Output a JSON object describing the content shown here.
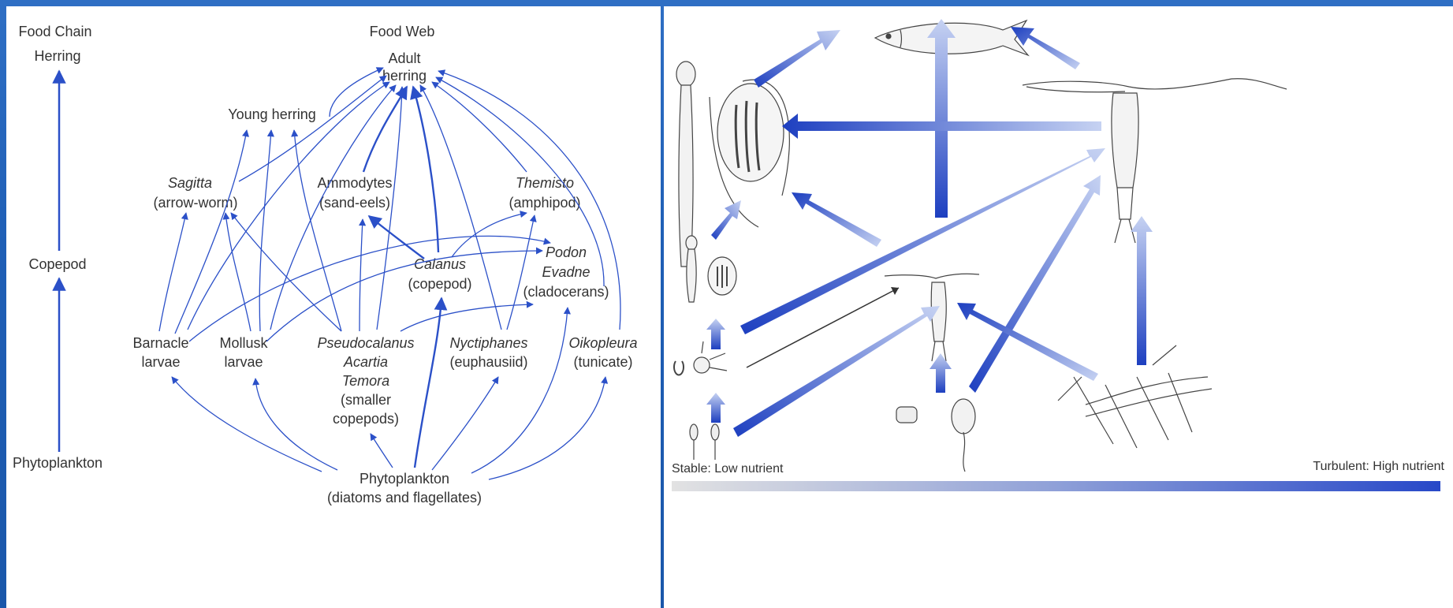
{
  "left": {
    "chain_title": "Food Chain",
    "chain": [
      "Herring",
      "Copepod",
      "Phytoplankton"
    ],
    "web_title": "Food Web",
    "web": {
      "adult1": "Adult",
      "adult2": "herring",
      "young": "Young herring",
      "sagitta1": "Sagitta",
      "sagitta2": "(arrow-worm)",
      "ammo1": "Ammodytes",
      "ammo2": "(sand-eels)",
      "themisto1": "Themisto",
      "themisto2": "(amphipod)",
      "calanus1": "Calanus",
      "calanus2": "(copepod)",
      "podon1": "Podon",
      "podon2": "Evadne",
      "podon3": "(cladocerans)",
      "barnacle1": "Barnacle",
      "barnacle2": "larvae",
      "mollusk1": "Mollusk",
      "mollusk2": "larvae",
      "pseudo1": "Pseudocalanus",
      "pseudo2": "Acartia",
      "pseudo3": "Temora",
      "pseudo4": "(smaller",
      "pseudo5": "copepods)",
      "nyct1": "Nyctiphanes",
      "nyct2": "(euphausiid)",
      "oiko1": "Oikopleura",
      "oiko2": "(tunicate)",
      "phyto1": "Phytoplankton",
      "phyto2": "(diatoms and flagellates)"
    }
  },
  "right": {
    "stable": "Stable: Low nutrient",
    "turbulent": "Turbulent: High nutrient"
  },
  "colors": {
    "arrow": "#2b50c8",
    "background": "#1f5fb6"
  }
}
